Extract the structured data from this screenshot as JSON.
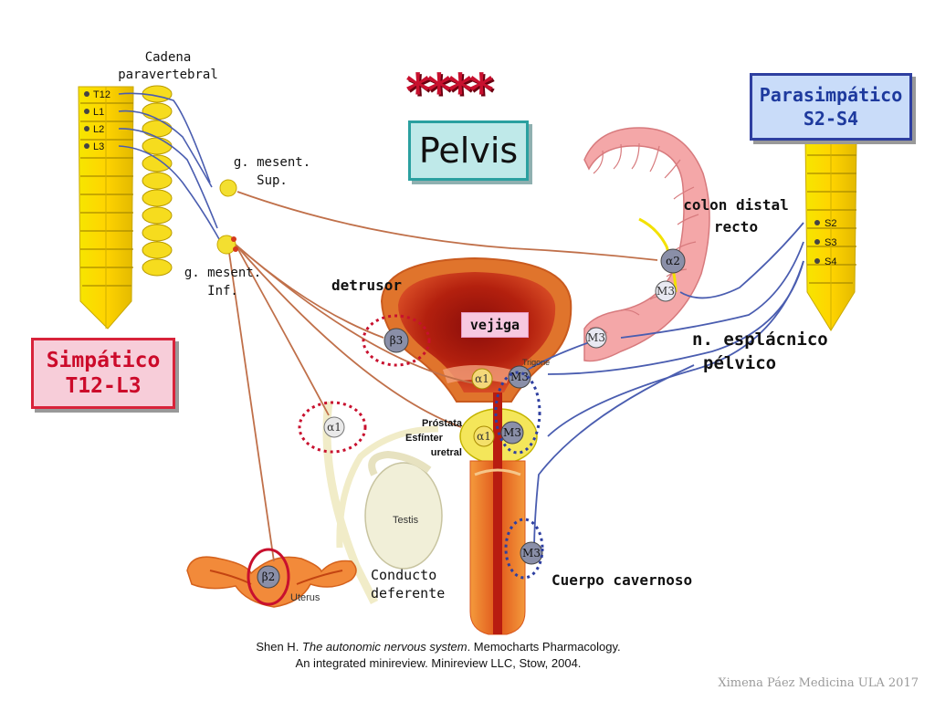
{
  "title": "Pelvis",
  "stars": "****",
  "sympathetic": {
    "line1": "Simpático",
    "line2": "T12-L3"
  },
  "parasympathetic": {
    "line1": "Parasimpático",
    "line2": "S2-S4"
  },
  "labels": {
    "chain_line1": "Cadena",
    "chain_line2": "paravertebral",
    "sup_line1": "g. mesent.",
    "sup_line2": "Sup.",
    "inf_line1": "g. mesent.",
    "inf_line2": "Inf.",
    "detrusor": "detrusor",
    "vejiga": "vejiga",
    "colon_line1": "colon distal",
    "colon_line2": "recto",
    "splanchnic_line1": "n. esplácnico",
    "splanchnic_line2": "pélvico",
    "prostate_line1": "Próstata",
    "prostate_line2": "Esfínter",
    "prostate_line3": "uretral",
    "deferens_line1": "Conducto",
    "deferens_line2": "deferente",
    "cavernoso": "Cuerpo cavernoso",
    "testis": "Testis",
    "uterus": "Uterus",
    "trigone": "Trigone"
  },
  "vertebrae_left": [
    "T12",
    "L1",
    "L2",
    "L3"
  ],
  "vertebrae_right": [
    "S2",
    "S3",
    "S4"
  ],
  "receptors": {
    "beta3_bladder": "β3",
    "alpha1_deferens": "α1",
    "alpha1_trigone": "α1",
    "alpha1_prostate": "α1",
    "m3_trigone": "M3",
    "m3_prostate": "M3",
    "m3_cavernous": "M3",
    "m3_colon": "M3",
    "m3_bladder": "M3",
    "alpha2_colon": "α2",
    "beta2_uterus": "β2"
  },
  "citation": {
    "author": "Shen H. ",
    "work": "The autonomic nervous system",
    "rest1": ". Memocharts Pharmacology.",
    "line2": "An integrated minireview. Minireview LLC, Stow, 2004."
  },
  "footer": "Ximena Páez Medicina ULA 2017",
  "colors": {
    "sympathetic": "#cc0a2a",
    "parasympathetic": "#1e3a9e",
    "spine": "#f2d400",
    "bladder": "#c8230f",
    "colon": "#f4a7a8",
    "nerve_blue": "#4a5db0",
    "nerve_brown": "#c0704a"
  }
}
